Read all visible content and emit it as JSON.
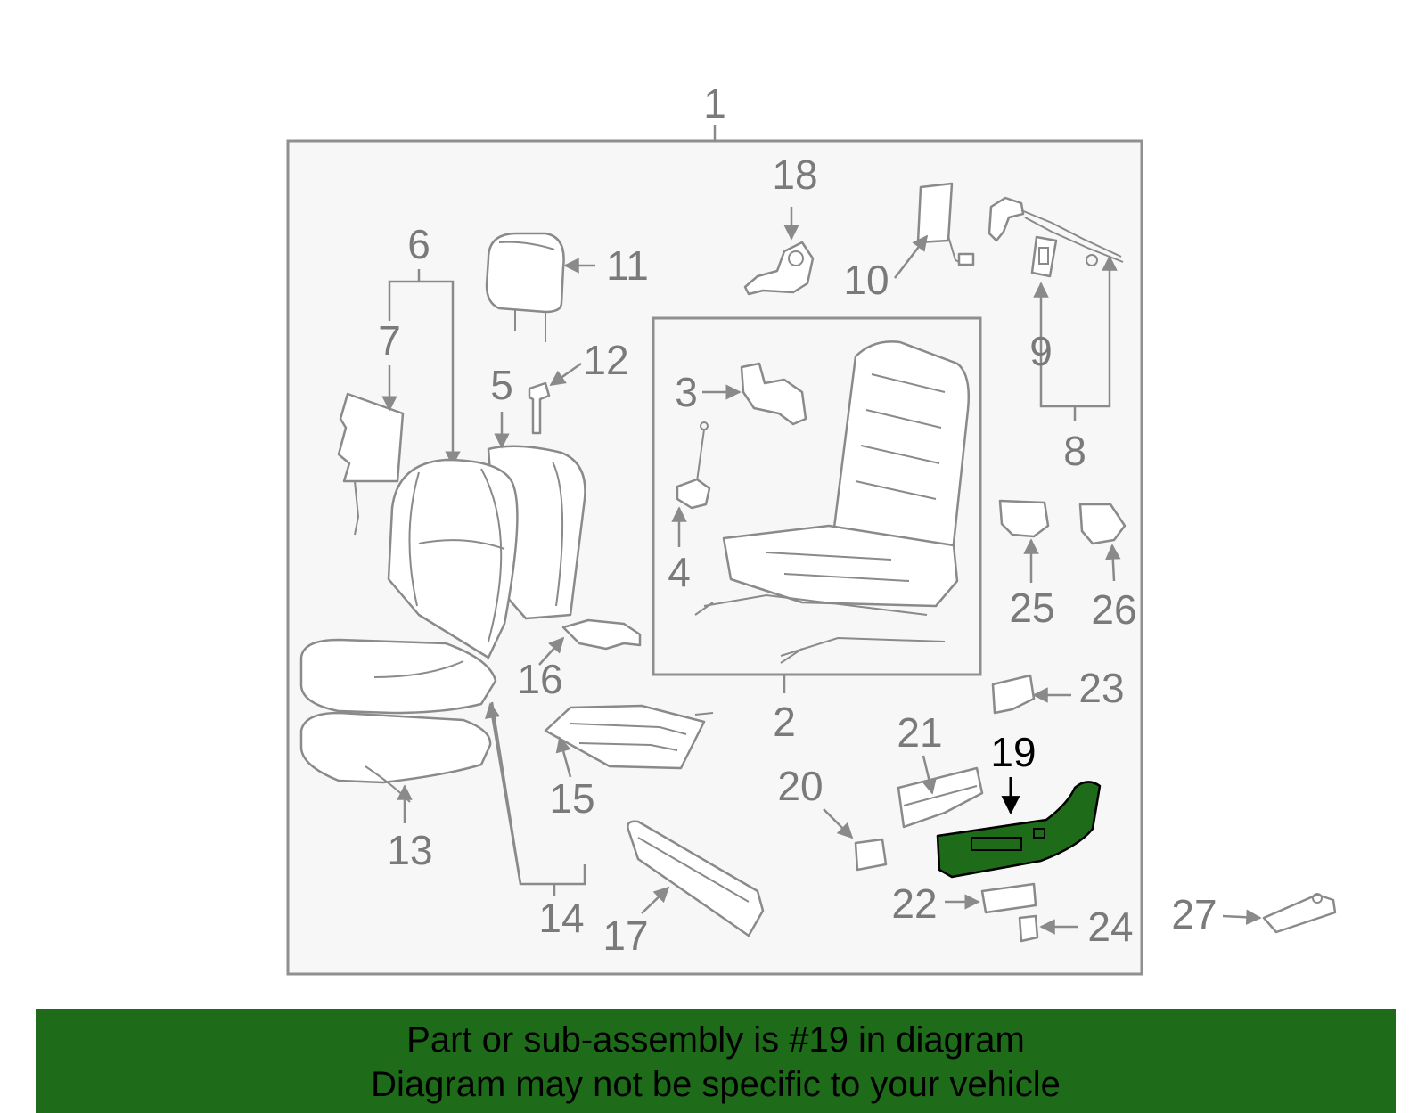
{
  "labels": {
    "p1": "1",
    "p2": "2",
    "p3": "3",
    "p4": "4",
    "p5": "5",
    "p6": "6",
    "p7": "7",
    "p8": "8",
    "p9": "9",
    "p10": "10",
    "p11": "11",
    "p12": "12",
    "p13": "13",
    "p14": "14",
    "p15": "15",
    "p16": "16",
    "p17": "17",
    "p18": "18",
    "p19": "19",
    "p20": "20",
    "p21": "21",
    "p22": "22",
    "p23": "23",
    "p24": "24",
    "p25": "25",
    "p26": "26",
    "p27": "27"
  },
  "highlight_part": "19",
  "colors": {
    "highlight_fill": "#1e6b1a",
    "banner_background": "#1e6b1a",
    "line_gray": "#8a8a8a",
    "label_gray": "#7a7a7a"
  },
  "banner": {
    "line1": "Part or sub-assembly is #19 in diagram",
    "line2": "Diagram may not be specific to your vehicle"
  }
}
